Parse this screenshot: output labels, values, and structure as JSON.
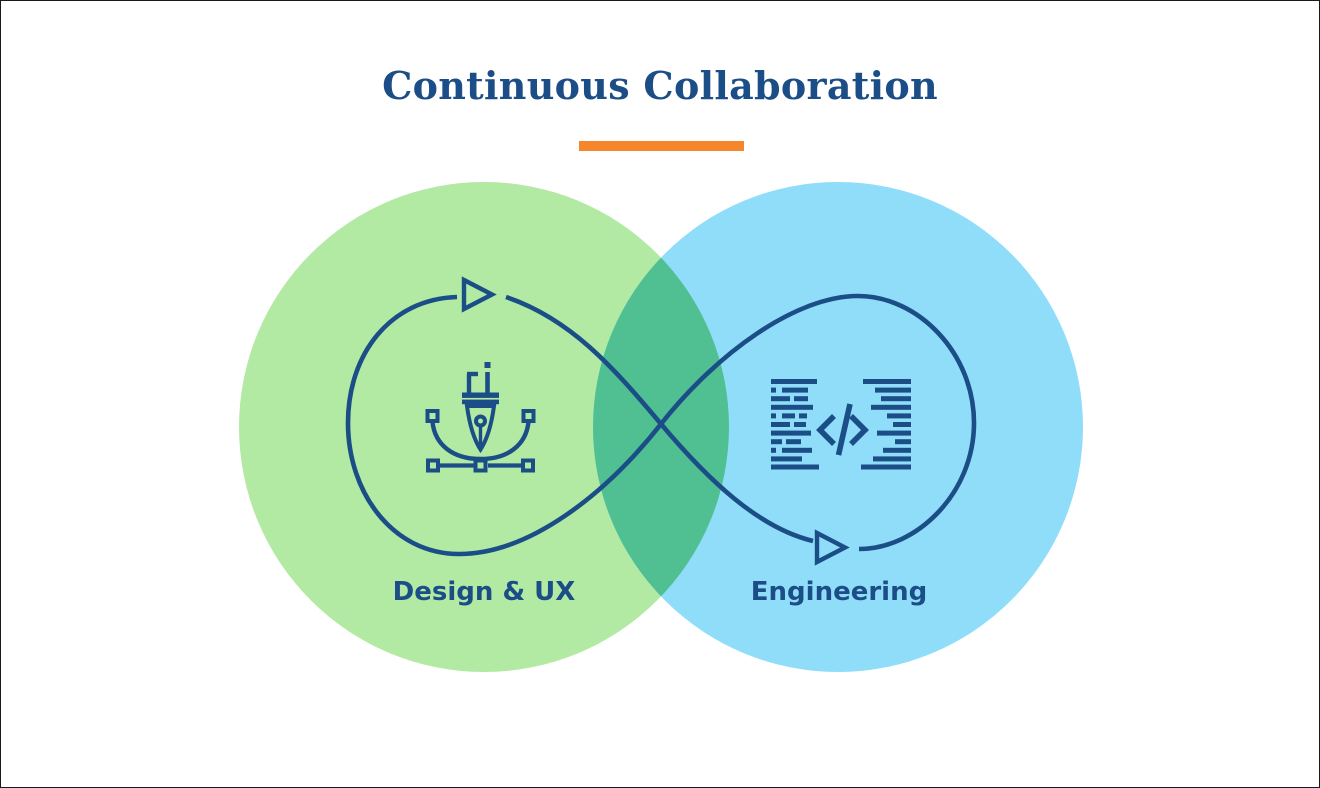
{
  "title": "Continuous Collaboration",
  "colors": {
    "navy": "#1b4d87",
    "orange": "#f6862c",
    "green": "#b2e9a3",
    "blue": "#90ddfa",
    "overlap": "#50c093",
    "bg": "#ffffff",
    "border": "#1a1a1a"
  },
  "diagram": {
    "left_circle": {
      "label": "Design & UX",
      "icon": "pen-tool-icon",
      "color": "#b2e9a3"
    },
    "right_circle": {
      "label": "Engineering",
      "icon": "code-icon",
      "color": "#90ddfa"
    },
    "overlap_color": "#50c093",
    "loop": {
      "shape": "infinity",
      "arrows": 2,
      "color": "#1b4d87"
    }
  }
}
